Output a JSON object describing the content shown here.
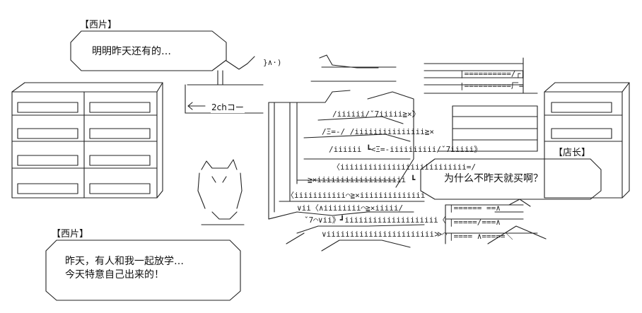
{
  "speaker_top": "【西片】",
  "bubble_top_text": "明明昨天还有的…",
  "shelf_label": "2chコー",
  "speaker_right": "【店长】",
  "bubble_right_text": "为什么不昨天就买啊？",
  "speaker_bottom": "【西片】",
  "bubble_bottom_lines": [
    "昨天，有人和我一起放学…",
    "今天特意自己出来的！"
  ]
}
